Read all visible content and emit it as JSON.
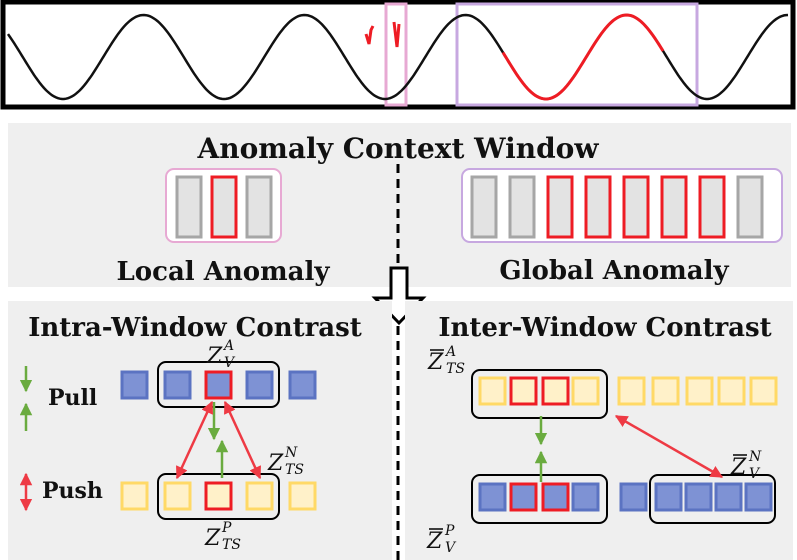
{
  "panel_middle": {
    "title": "Anomaly Context Window",
    "local_label": "Local Anomaly",
    "global_label": "Global Anomaly"
  },
  "panel_bottom": {
    "intra_title": "Intra-Window Contrast",
    "inter_title": "Inter-Window Contrast",
    "pull_label": "Pull",
    "push_label": "Push",
    "symbols": {
      "zva": {
        "base": "Z",
        "sup": "A",
        "sub": "V"
      },
      "ztsn": {
        "base": "Z",
        "sup": "N",
        "sub": "TS"
      },
      "ztsp": {
        "base": "Z",
        "sup": "P",
        "sub": "TS"
      },
      "zbar_tsa": {
        "base": "Z",
        "sup": "A",
        "sub": "TS"
      },
      "zbar_vn": {
        "base": "Z",
        "sup": "N",
        "sub": "V"
      },
      "zbar_vp": {
        "base": "Z",
        "sup": "P",
        "sub": "V"
      }
    }
  },
  "colors": {
    "anomaly_red": "#ee1c24",
    "signal_black": "#111111",
    "local_window": "#e7a9d3",
    "global_window": "#c7a8e0",
    "panel_gray": "#efefef",
    "token_gray": "#a6a6a6",
    "token_fill": "#e3e3e3",
    "blue_token": "#5b73c2",
    "blue_fill": "#7e92d4",
    "yellow_token": "#ffd966",
    "yellow_fill": "#fff1c9",
    "pull_green": "#6aab3f",
    "push_red": "#ee3a44"
  }
}
